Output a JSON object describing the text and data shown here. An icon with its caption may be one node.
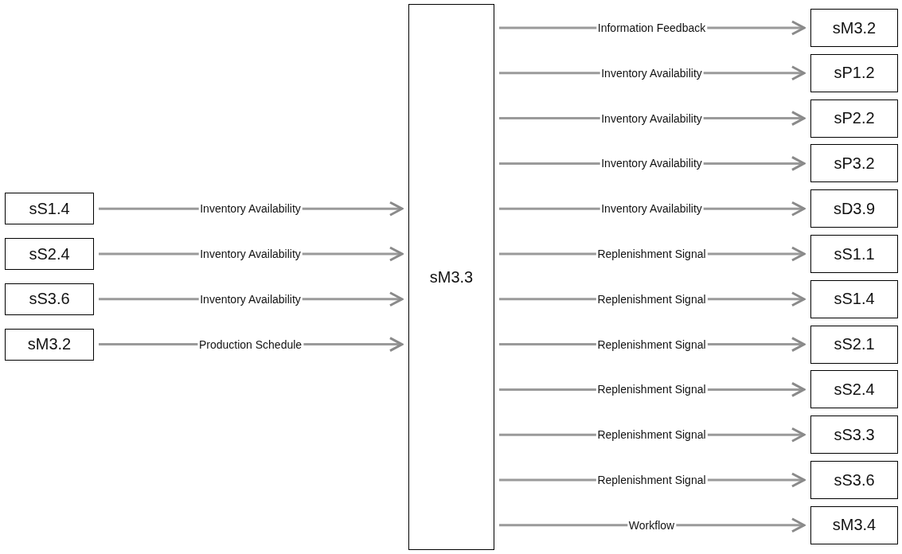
{
  "diagram": {
    "nodes": [
      {
        "text": [
          "sS1.4"
        ]
      },
      {
        "text": [
          "sS2.4"
        ]
      },
      {
        "text": [
          "sS3.6"
        ]
      },
      {
        "text": [
          "sM3.2"
        ]
      },
      {
        "text": [
          "sM3.3"
        ]
      },
      {
        "text": [
          "sM3.2"
        ]
      },
      {
        "text": [
          "sP1.2"
        ]
      },
      {
        "text": [
          "sP2.2"
        ]
      },
      {
        "text": [
          "sP3.2"
        ]
      },
      {
        "text": [
          "sD3.9"
        ]
      },
      {
        "text": [
          "sS1.1"
        ]
      },
      {
        "text": [
          "sS1.4"
        ]
      },
      {
        "text": [
          "sS2.1"
        ]
      },
      {
        "text": [
          "sS2.4"
        ]
      },
      {
        "text": [
          "sS3.3"
        ]
      },
      {
        "text": [
          "sS3.6"
        ]
      },
      {
        "text": [
          "sM3.4"
        ]
      }
    ],
    "edges": [
      {
        "from": 0,
        "to": 4,
        "arrow": "to",
        "label": "Inventory Availability"
      },
      {
        "from": 1,
        "to": 4,
        "arrow": "to",
        "label": "Inventory Availability"
      },
      {
        "from": 2,
        "to": 4,
        "arrow": "to",
        "label": "Inventory Availability"
      },
      {
        "from": 3,
        "to": 4,
        "arrow": "to",
        "label": "Production Schedule"
      },
      {
        "from": 4,
        "to": 5,
        "arrow": "to",
        "label": "Information Feedback"
      },
      {
        "from": 4,
        "to": 6,
        "arrow": "to",
        "label": "Inventory Availability"
      },
      {
        "from": 4,
        "to": 7,
        "arrow": "to",
        "label": "Inventory Availability"
      },
      {
        "from": 4,
        "to": 8,
        "arrow": "to",
        "label": "Inventory Availability"
      },
      {
        "from": 4,
        "to": 9,
        "arrow": "to",
        "label": "Inventory Availability"
      },
      {
        "from": 4,
        "to": 10,
        "arrow": "to",
        "label": "Replenishment Signal"
      },
      {
        "from": 4,
        "to": 11,
        "arrow": "to",
        "label": "Replenishment Signal"
      },
      {
        "from": 4,
        "to": 12,
        "arrow": "to",
        "label": "Replenishment Signal"
      },
      {
        "from": 4,
        "to": 13,
        "arrow": "to",
        "label": "Replenishment Signal"
      },
      {
        "from": 4,
        "to": 14,
        "arrow": "to",
        "label": "Replenishment Signal"
      },
      {
        "from": 4,
        "to": 15,
        "arrow": "to",
        "label": "Replenishment Signal"
      },
      {
        "from": 4,
        "to": 16,
        "arrow": "to",
        "label": "Workflow"
      }
    ]
  }
}
